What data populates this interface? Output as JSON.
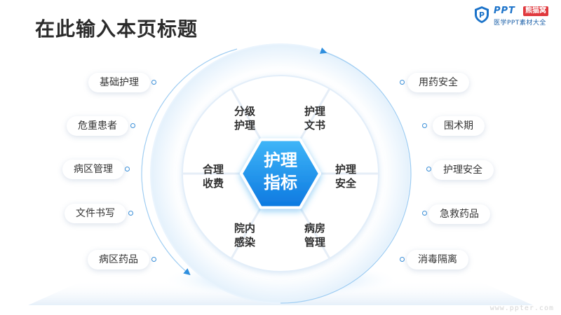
{
  "title": "在此输入本页标题",
  "logo": {
    "brand": "PPT",
    "tag": "熊猫窝",
    "subtitle": "医学PPT素材大全"
  },
  "center": {
    "line1": "护理",
    "line2": "指标"
  },
  "segments": [
    {
      "line1": "分级",
      "line2": "护理"
    },
    {
      "line1": "护理",
      "line2": "文书"
    },
    {
      "line1": "护理",
      "line2": "安全"
    },
    {
      "line1": "病房",
      "line2": "管理"
    },
    {
      "line1": "院内",
      "line2": "感染"
    },
    {
      "line1": "合理",
      "line2": "收费"
    }
  ],
  "left_items": [
    "基础护理",
    "危重患者",
    "病区管理",
    "文件书写",
    "病区药品"
  ],
  "right_items": [
    "用药安全",
    "围术期",
    "护理安全",
    "急救药品",
    "消毒隔离"
  ],
  "watermark": "www.ppter.com",
  "colors": {
    "accent": "#1a8fe8",
    "title": "#2b2b2b",
    "dot": "#3a8fd8"
  }
}
